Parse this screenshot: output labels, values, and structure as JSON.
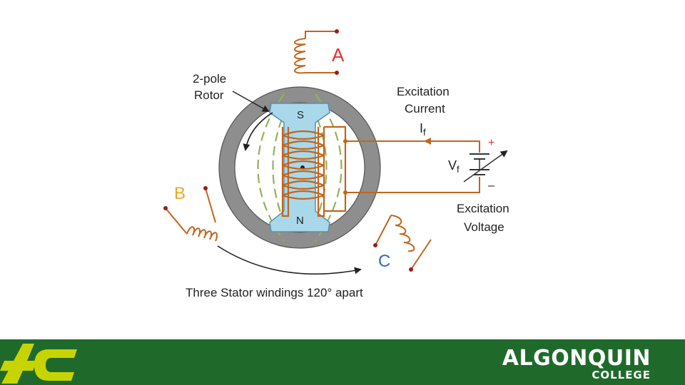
{
  "diagram": {
    "phase_a": "A",
    "phase_b": "B",
    "phase_c": "C",
    "rotor_label_line1": "2-pole",
    "rotor_label_line2": "Rotor",
    "pole_s": "S",
    "pole_n": "N",
    "current_label_line1": "Excitation",
    "current_label_line2": "Current",
    "current_symbol": "I",
    "current_subscript": "f",
    "voltage_symbol": "V",
    "voltage_subscript": "f",
    "plus_sign": "+",
    "minus_sign": "–",
    "voltage_label_line1": "Excitation",
    "voltage_label_line2": "Voltage",
    "caption": "Three Stator windings 120° apart",
    "colors": {
      "phase_a": "#e0322b",
      "phase_b": "#e8a92c",
      "phase_c": "#2f6db5",
      "winding": "#c2651c",
      "field_lines": "#8fb35a",
      "stator": "#8e8e8e",
      "rotor": "#a9d8ea"
    }
  },
  "footer": {
    "brand_name": "ALGONQUIN",
    "brand_sub": "COLLEGE",
    "logo_icon": "ac-logo-icon",
    "colors": {
      "background": "#1f6a2b",
      "logo": "#c8d400"
    }
  }
}
